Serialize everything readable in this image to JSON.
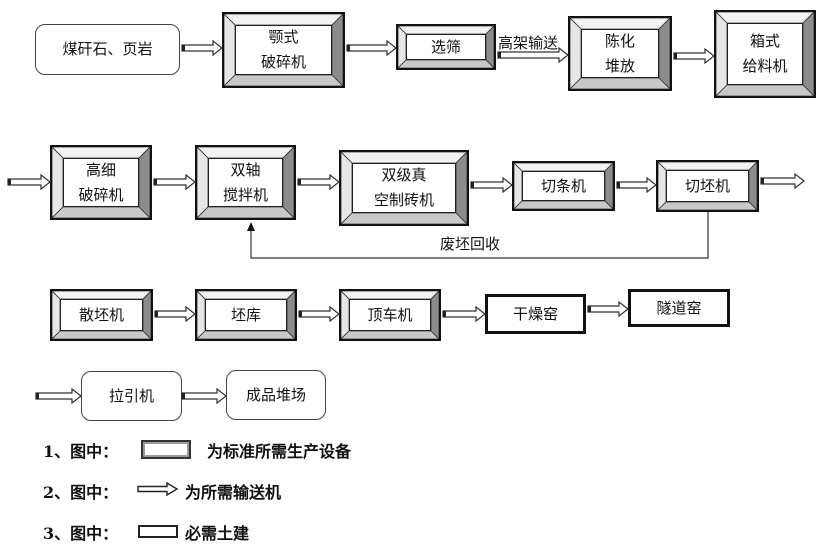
{
  "row1": {
    "raw_material": "煤矸石、页岩",
    "jaw_crusher": "颚式\n破碎机",
    "screen": "选筛",
    "elevated_conveyor_label": "高架输送",
    "aging_stockpile": "陈化\n堆放",
    "box_feeder": "箱式\n给料机"
  },
  "row2": {
    "fine_crusher": "高细\n破碎机",
    "twin_shaft_mixer": "双轴\n搅拌机",
    "vacuum_extruder": "双级真\n空制砖机",
    "strip_cutter": "切条机",
    "blank_cutter": "切坯机",
    "recycle_label": "废坯回收"
  },
  "row3": {
    "blank_stacker": "散坯机",
    "blank_storage": "坯库",
    "car_pusher": "顶车机",
    "drying_kiln": "干燥窑",
    "tunnel_kiln": "隧道窑"
  },
  "row4": {
    "tractor": "拉引机",
    "product_yard": "成品堆场"
  },
  "legend": {
    "item1_prefix": "1、图中：",
    "item1_text": "为标准所需生产设备",
    "item2_prefix": "2、图中：",
    "item2_text": "为所需输送机",
    "item3_prefix": "3、图中：",
    "item3_text": "必需土建"
  }
}
